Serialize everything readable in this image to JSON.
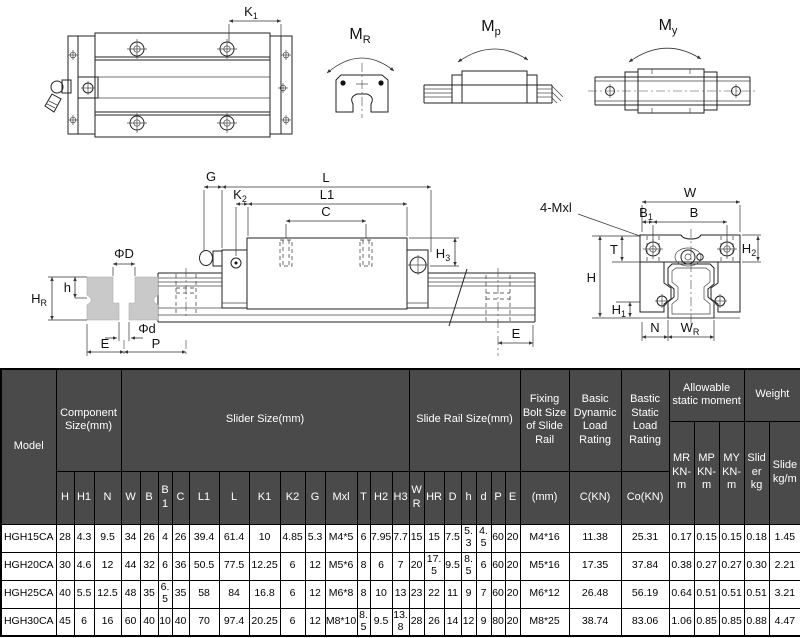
{
  "diagram": {
    "plan": {
      "k1_base": "K",
      "k1_sub": "1"
    },
    "moments": {
      "mr_base": "M",
      "mr_sub": "R",
      "mp_base": "M",
      "mp_sub": "p",
      "my_base": "M",
      "my_sub": "y"
    },
    "side": {
      "g": "G",
      "l": "L",
      "l1": "L1",
      "c": "C",
      "k2_base": "K",
      "k2_sub": "2",
      "h3_base": "H",
      "h3_sub": "3",
      "e": "E"
    },
    "cross": {
      "phi_big": "ΦD",
      "phi_small": "Φd",
      "h": "h",
      "hr_base": "H",
      "hr_sub": "R",
      "e": "E",
      "p": "P"
    },
    "end": {
      "bolt_label": "4-Mxl",
      "w": "W",
      "b": "B",
      "b1_base": "B",
      "b1_sub": "1",
      "t": "T",
      "h": "H",
      "h1_base": "H",
      "h1_sub": "1",
      "h2_base": "H",
      "h2_sub": "2",
      "n": "N",
      "wr_base": "W",
      "wr_sub": "R"
    }
  },
  "table": {
    "model_header": "Model",
    "groups": {
      "component": "Component Size(mm)",
      "slider": "Slider Size(mm)",
      "rail": "Slide Rail Size(mm)",
      "bolt": "Fixing Bolt Size of Slide Rail",
      "dynamic": "Basic Dynamic Load Rating",
      "static": "Bastic Static Load Rating",
      "moment": "Allowable static moment",
      "weight": "Weight"
    },
    "moment_cols": [
      "MR KN-m",
      "MP KN-m",
      "MY KN-m"
    ],
    "weight_cols": [
      "Slider kg",
      "Slide kg/m"
    ],
    "cols": [
      "H",
      "H1",
      "N",
      "W",
      "B",
      "B1",
      "C",
      "L1",
      "L",
      "K1",
      "K2",
      "G",
      "Mxl",
      "T",
      "H2",
      "H3",
      "W R",
      "HR",
      "D",
      "h",
      "d",
      "P",
      "E",
      "(mm)",
      "C(KN)",
      "Co(KN)"
    ],
    "rows": [
      [
        "HGH15CA",
        "28",
        "4.3",
        "9.5",
        "34",
        "26",
        "4",
        "26",
        "39.4",
        "61.4",
        "10",
        "4.85",
        "5.3",
        "M4*5",
        "6",
        "7.95",
        "7.7",
        "15",
        "15",
        "7.5",
        "5.3",
        "4.5",
        "60",
        "20",
        "M4*16",
        "11.38",
        "25.31",
        "0.17",
        "0.15",
        "0.15",
        "0.18",
        "1.45"
      ],
      [
        "HGH20CA",
        "30",
        "4.6",
        "12",
        "44",
        "32",
        "6",
        "36",
        "50.5",
        "77.5",
        "12.25",
        "6",
        "12",
        "M5*6",
        "8",
        "6",
        "7",
        "20",
        "17.5",
        "9.5",
        "8.5",
        "6",
        "60",
        "20",
        "M5*16",
        "17.35",
        "37.84",
        "0.38",
        "0.27",
        "0.27",
        "0.30",
        "2.21"
      ],
      [
        "HGH25CA",
        "40",
        "5.5",
        "12.5",
        "48",
        "35",
        "6.5",
        "35",
        "58",
        "84",
        "16.8",
        "6",
        "12",
        "M6*8",
        "8",
        "10",
        "13",
        "23",
        "22",
        "11",
        "9",
        "7",
        "60",
        "20",
        "M6*12",
        "26.48",
        "56.19",
        "0.64",
        "0.51",
        "0.51",
        "0.51",
        "3.21"
      ],
      [
        "HGH30CA",
        "45",
        "6",
        "16",
        "60",
        "40",
        "10",
        "40",
        "70",
        "97.4",
        "20.25",
        "6",
        "12",
        "M8*10",
        "8.5",
        "9.5",
        "13.8",
        "28",
        "26",
        "14",
        "12",
        "9",
        "80",
        "20",
        "M8*25",
        "38.74",
        "83.06",
        "1.06",
        "0.85",
        "0.85",
        "0.88",
        "4.47"
      ]
    ]
  }
}
